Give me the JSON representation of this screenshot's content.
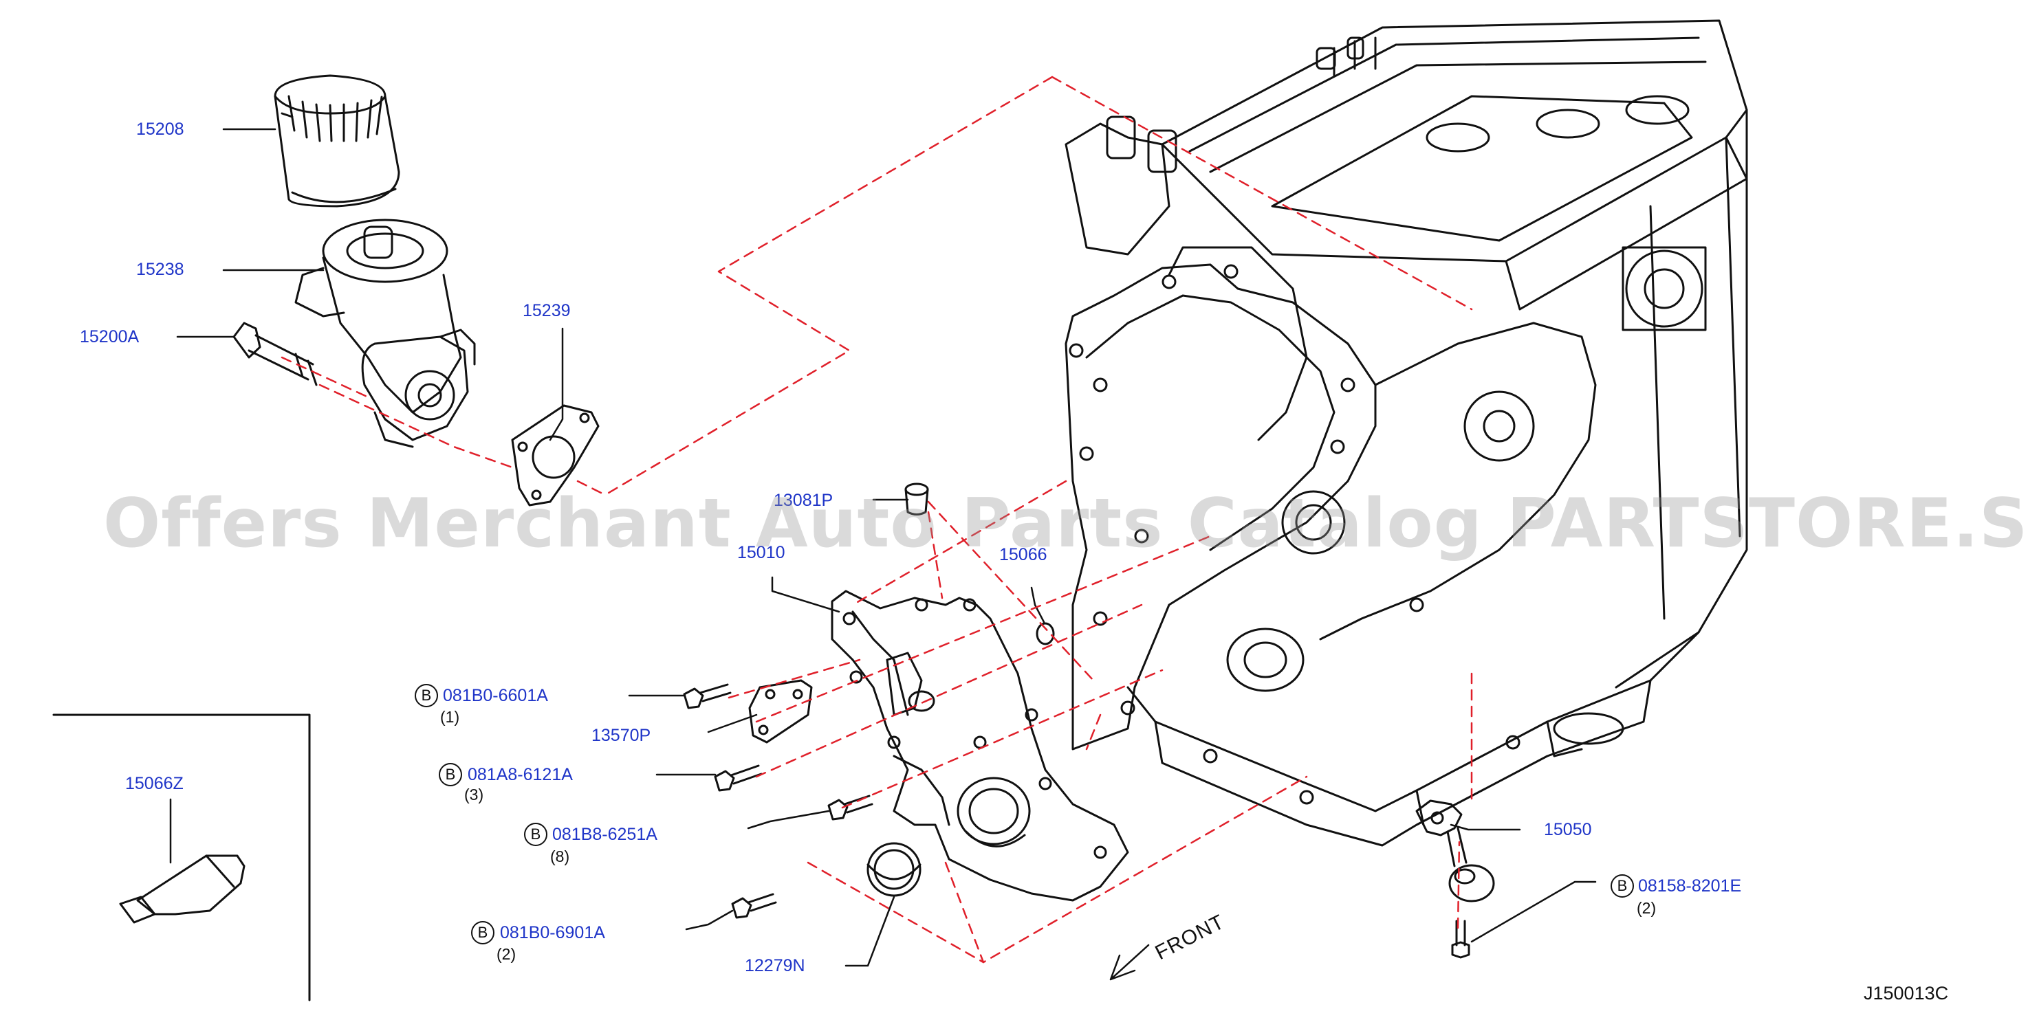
{
  "diagram_code": "J150013C",
  "front_label": "FRONT",
  "bolt_symbol": "B",
  "watermark": "Offers Merchant Auto Parts Catalog PARTSTORE.SA",
  "colors": {
    "label": "#1f35c8",
    "line": "#111111",
    "dashed": "#e0202a",
    "watermark": "#969696"
  },
  "parts": [
    {
      "id": "15208",
      "label": "15208"
    },
    {
      "id": "15238",
      "label": "15238"
    },
    {
      "id": "15200A",
      "label": "15200A"
    },
    {
      "id": "15239",
      "label": "15239"
    },
    {
      "id": "13081P",
      "label": "13081P"
    },
    {
      "id": "15010",
      "label": "15010"
    },
    {
      "id": "15066",
      "label": "15066"
    },
    {
      "id": "13570P",
      "label": "13570P"
    },
    {
      "id": "15066Z",
      "label": "15066Z"
    },
    {
      "id": "12279N",
      "label": "12279N"
    },
    {
      "id": "15050",
      "label": "15050"
    }
  ],
  "bolts": [
    {
      "id": "081B0-6601A",
      "label": "081B0-6601A",
      "qty": "(1)"
    },
    {
      "id": "081A8-6121A",
      "label": "081A8-6121A",
      "qty": "(3)"
    },
    {
      "id": "081B8-6251A",
      "label": "081B8-6251A",
      "qty": "(8)"
    },
    {
      "id": "081B0-6901A",
      "label": "081B0-6901A",
      "qty": "(2)"
    },
    {
      "id": "08158-8201E",
      "label": "08158-8201E",
      "qty": "(2)"
    }
  ]
}
